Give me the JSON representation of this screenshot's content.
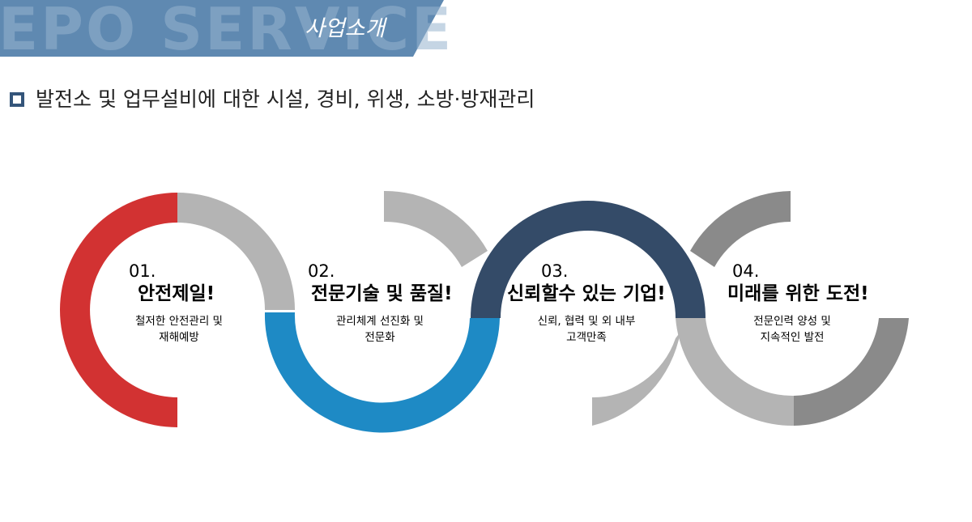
{
  "header": {
    "bg_text": "EPO SERVICE",
    "title": "사업소개",
    "color": "#5f89b1"
  },
  "subtitle": "발전소 및 업무설비에 대한 시설, 경비, 위생, 소방·방재관리",
  "colors": {
    "red": "#d23232",
    "light_gray": "#b4b4b4",
    "blue": "#1e8ac5",
    "navy": "#344b68",
    "dark_gray": "#8a8a8a"
  },
  "steps": [
    {
      "num": "01.",
      "title": "안전제일!",
      "desc_line1": "철저한 안전관리 및",
      "desc_line2": "재해예방"
    },
    {
      "num": "02.",
      "title": "전문기술 및 품질!",
      "desc_line1": "관리체계 선진화 및",
      "desc_line2": "전문화"
    },
    {
      "num": "03.",
      "title": "신뢰할수 있는 기업!",
      "desc_line1": "신뢰, 협력 및 외 내부",
      "desc_line2": "고객만족"
    },
    {
      "num": "04.",
      "title": "미래를 위한 도전!",
      "desc_line1": "전문인력 양성 및",
      "desc_line2": "지속적인 발전"
    }
  ]
}
